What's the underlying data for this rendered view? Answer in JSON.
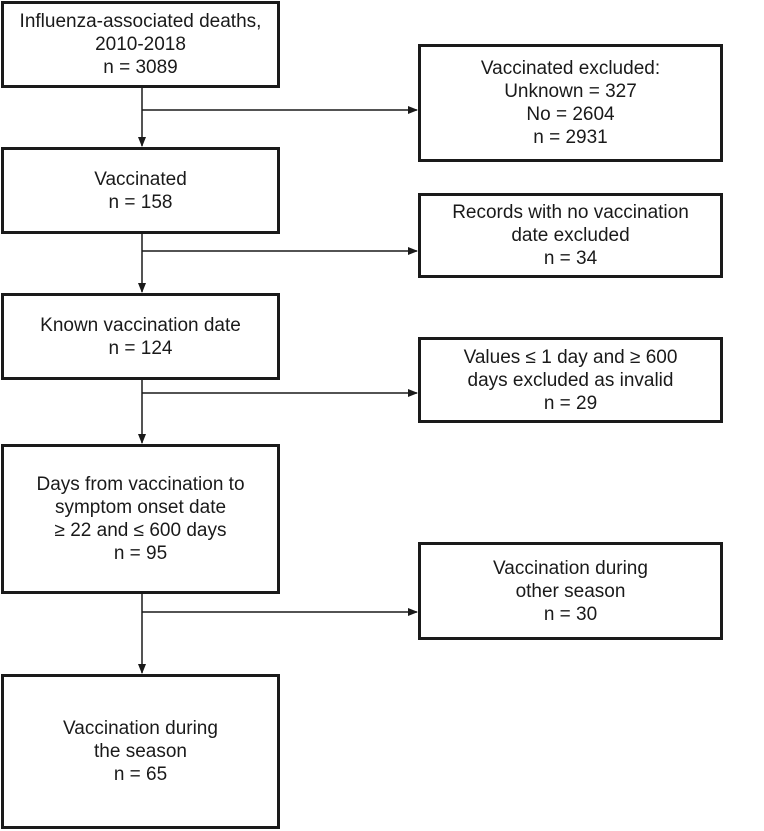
{
  "main_flow": [
    {
      "lines": [
        "Influenza-associated deaths,",
        "2010-2018",
        "n = 3089"
      ]
    },
    {
      "lines": [
        "Vaccinated",
        "n = 158"
      ]
    },
    {
      "lines": [
        "Known vaccination date",
        "n = 124"
      ]
    },
    {
      "lines": [
        "Days from vaccination to",
        "symptom onset date",
        "≥ 22 and ≤ 600 days",
        "n = 95"
      ]
    },
    {
      "lines": [
        "Vaccination during",
        "the season",
        "n = 65"
      ]
    }
  ],
  "exclusions": [
    {
      "lines": [
        "Vaccinated excluded:",
        "Unknown = 327",
        "No = 2604",
        "n = 2931"
      ]
    },
    {
      "lines": [
        "Records with no vaccination",
        "date excluded",
        "n = 34"
      ]
    },
    {
      "lines": [
        "Values ≤ 1 day and ≥ 600",
        "days excluded as invalid",
        "n = 29"
      ]
    },
    {
      "lines": [
        "Vaccination during",
        "other season",
        "n = 30"
      ]
    }
  ]
}
